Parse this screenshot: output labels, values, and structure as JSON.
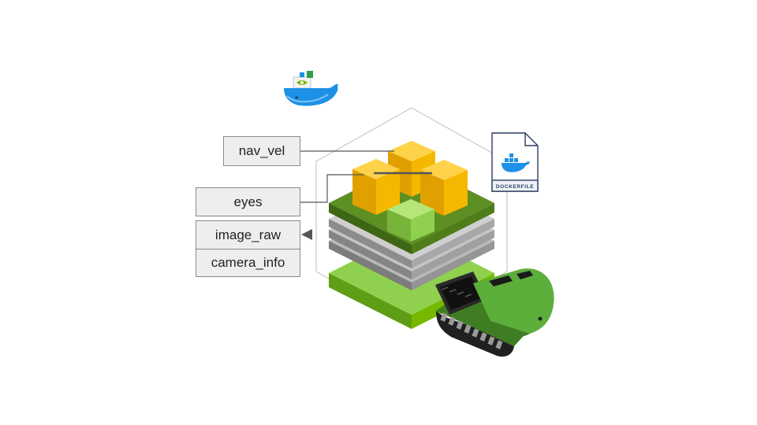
{
  "topics": {
    "nav_vel": "nav_vel",
    "eyes": "eyes",
    "image_raw": "image_raw",
    "camera_info": "camera_info"
  },
  "dockerfile": {
    "label": "DOCKERFILE",
    "icon": "docker-whale-icon"
  },
  "container_logo": {
    "icon": "docker-whale-with-nvidia-container-icon"
  },
  "robot": {
    "icon": "tracked-robot-icon"
  },
  "colors": {
    "node_cube": "#f5b800",
    "highlight_cube": "#8fd14f",
    "dark_green_layer": "#4f7d1a",
    "grey_layer": "#8c8c8c",
    "base_board": "#76b900",
    "docker_blue": "#1d91e6",
    "robot_green": "#5cae3a",
    "arrow": "#555555",
    "hexagon_outline": "#c8c8c8"
  }
}
